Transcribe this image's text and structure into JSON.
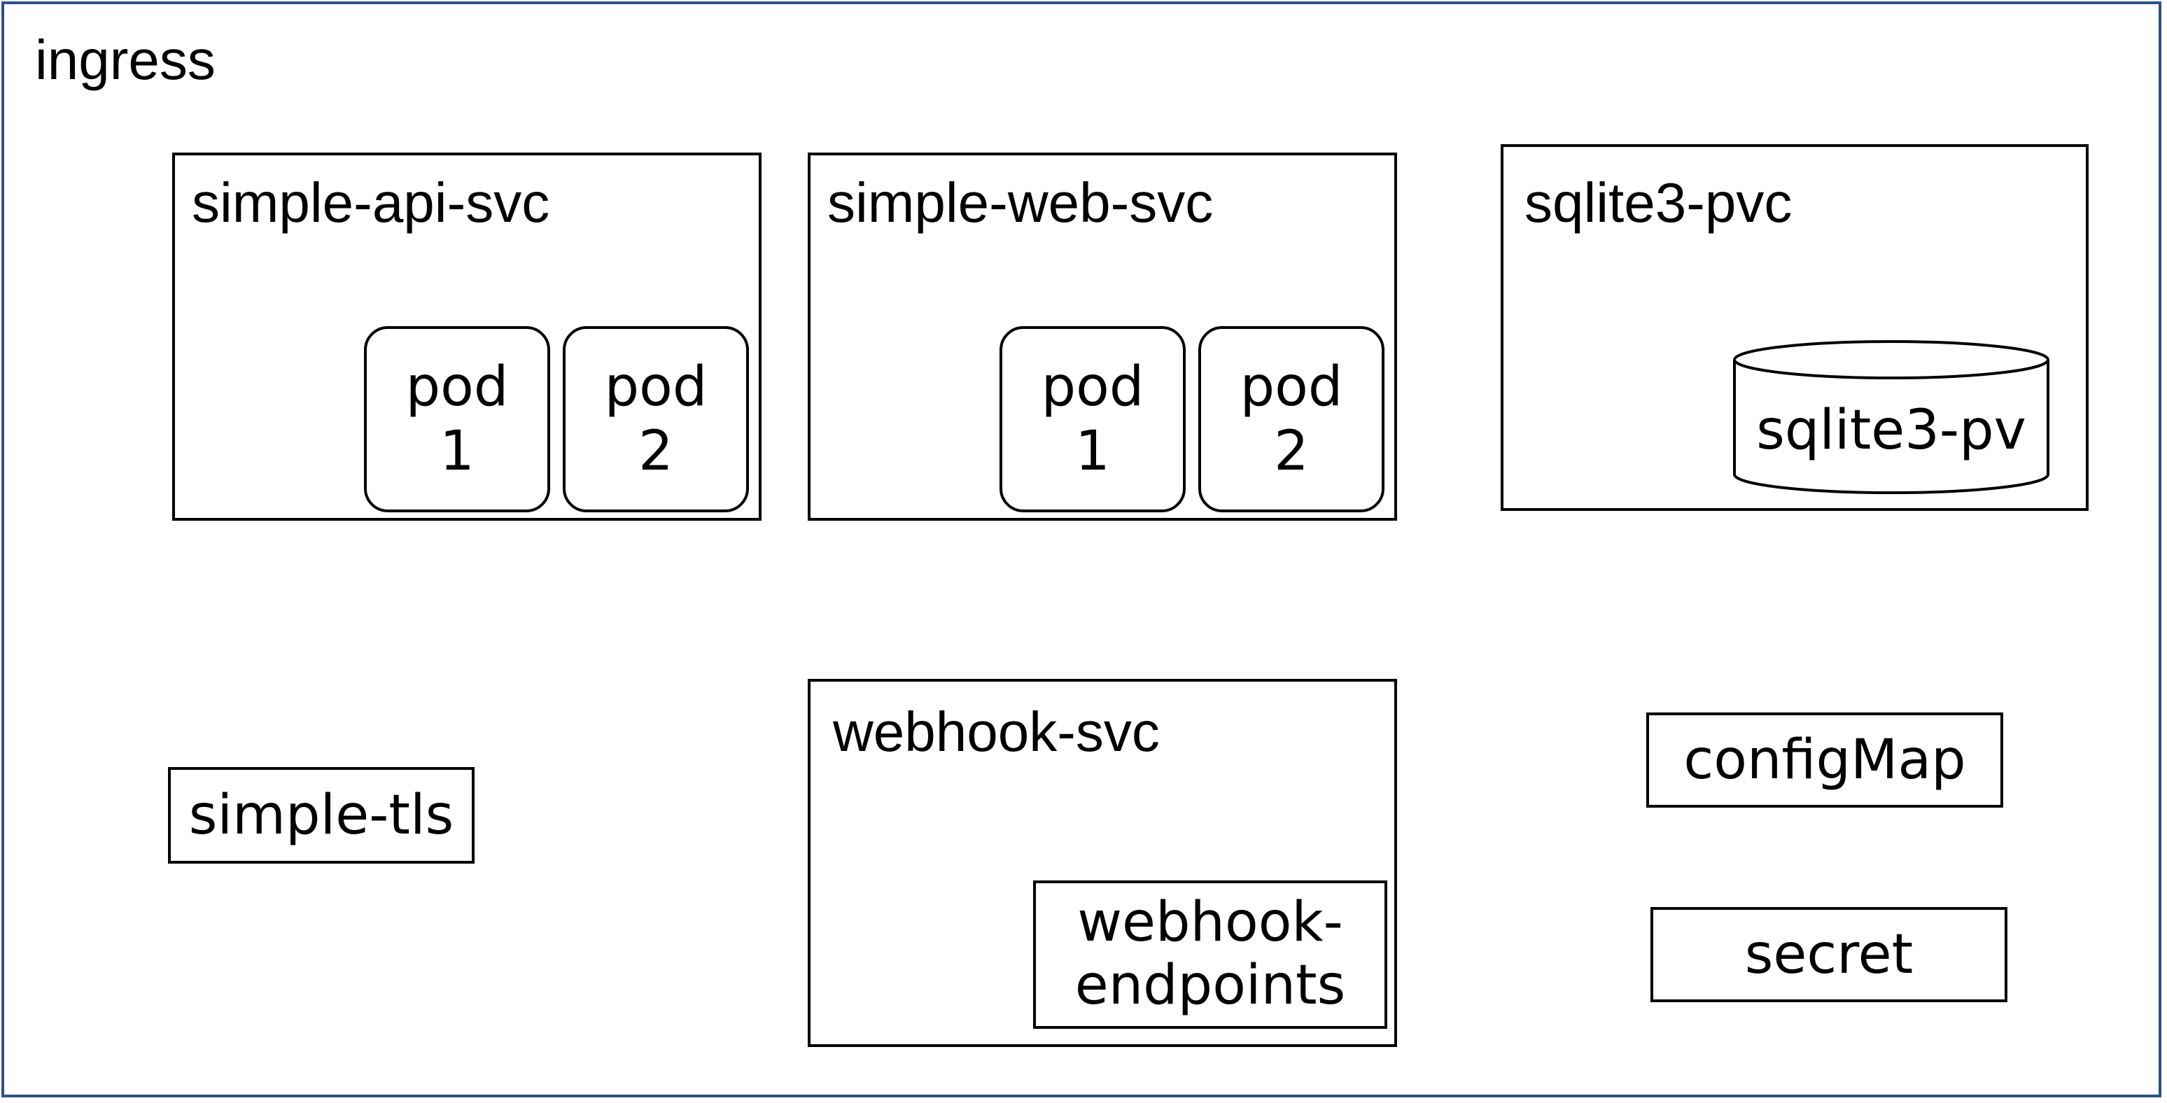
{
  "ingress": {
    "label": "ingress"
  },
  "api_svc": {
    "label": "simple-api-svc",
    "pod1": [
      "pod",
      "1"
    ],
    "pod2": [
      "pod",
      "2"
    ]
  },
  "web_svc": {
    "label": "simple-web-svc",
    "pod1": [
      "pod",
      "1"
    ],
    "pod2": [
      "pod",
      "2"
    ]
  },
  "pvc": {
    "label": "sqlite3-pvc",
    "pv_label": "sqlite3-pv"
  },
  "tls": {
    "label": "simple-tls"
  },
  "webhook_svc": {
    "label": "webhook-svc",
    "endpoints": [
      "webhook-",
      "endpoints"
    ]
  },
  "configmap": {
    "label": "configMap"
  },
  "secret": {
    "label": "secret"
  },
  "colors": {
    "frame_border": "#2f4f8a",
    "shape_border": "#000000",
    "background": "#ffffff"
  }
}
